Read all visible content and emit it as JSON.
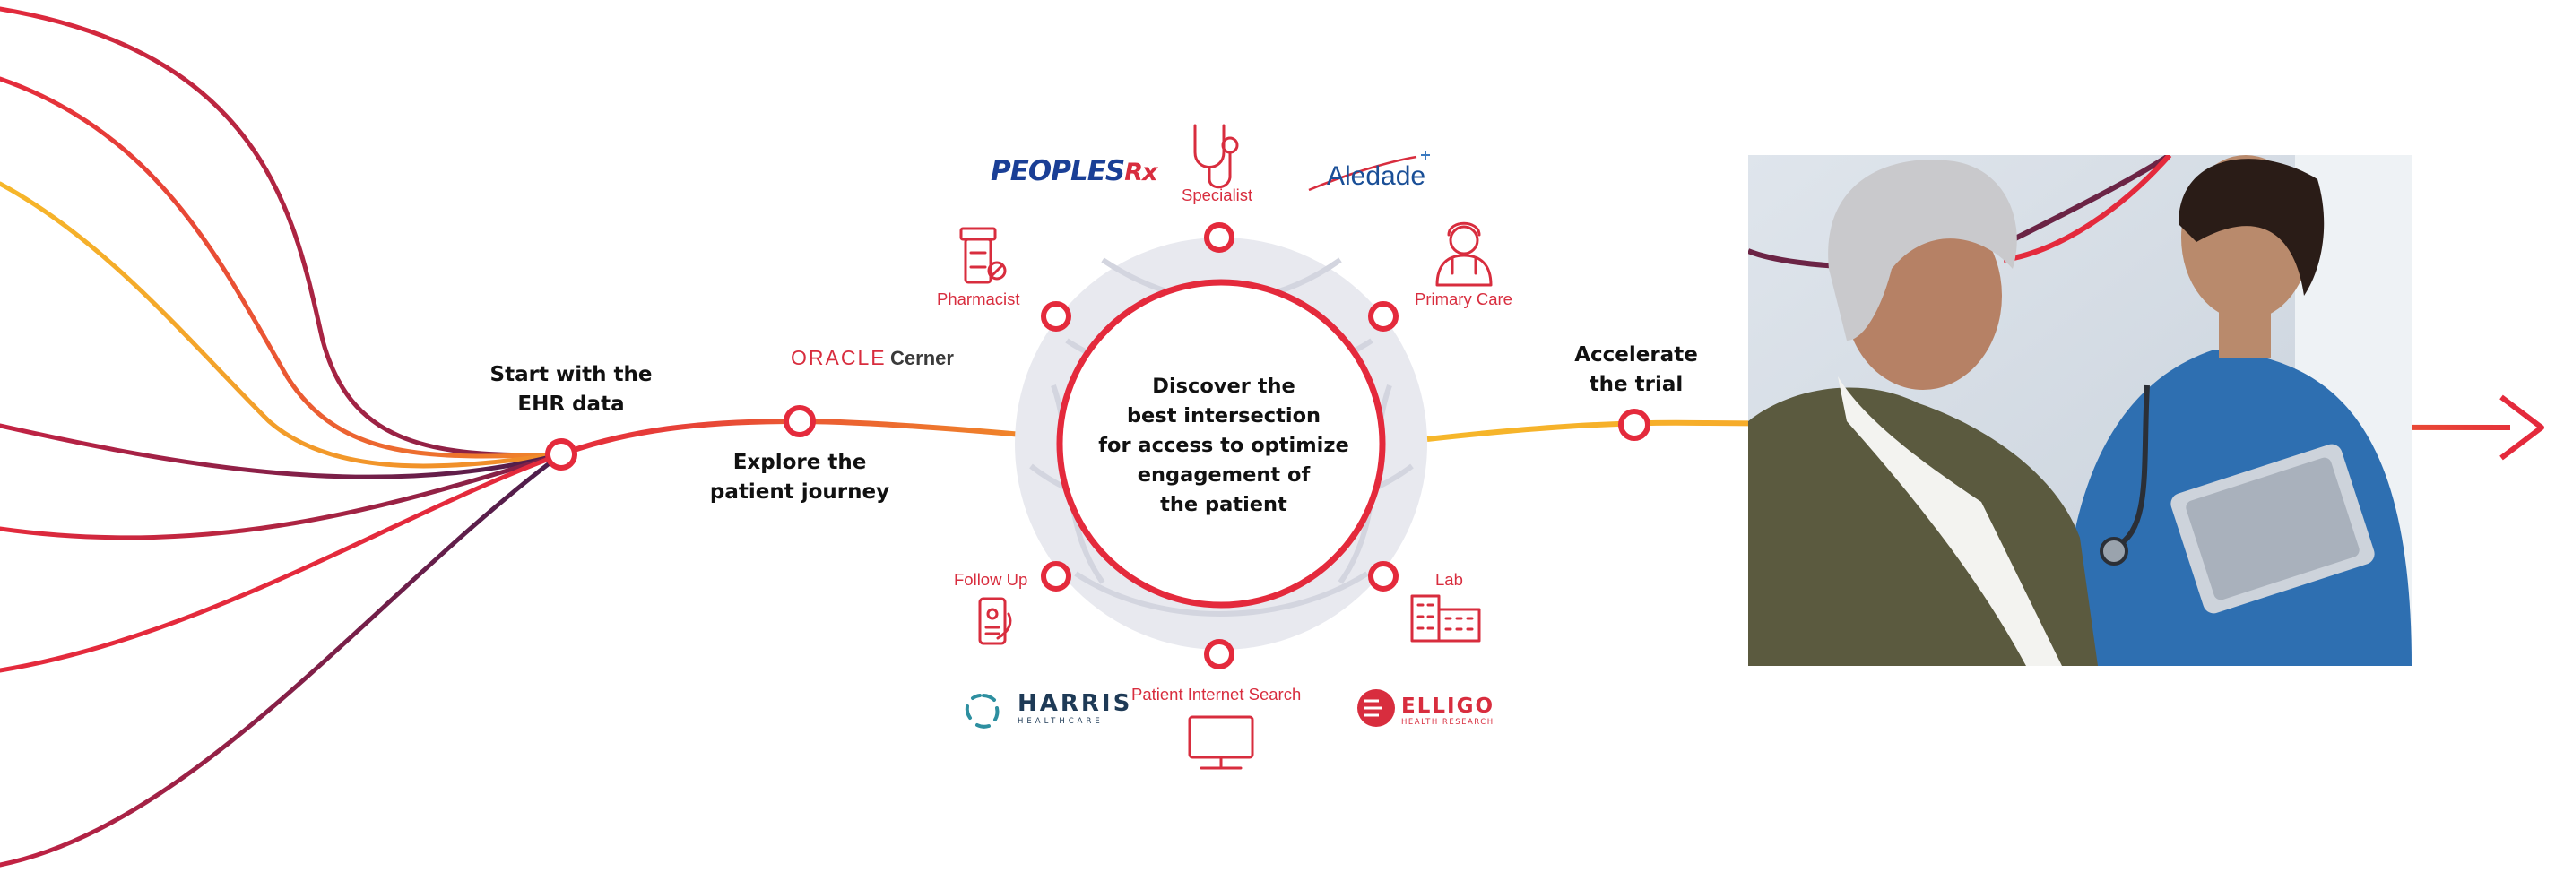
{
  "steps": [
    {
      "id": "start",
      "label": "Start with the\nEHR data"
    },
    {
      "id": "explore",
      "label": "Explore the\npatient journey"
    },
    {
      "id": "accelerate",
      "label": "Accelerate\nthe trial"
    }
  ],
  "hub": {
    "text": "Discover the\nbest intersection\nfor access to optimize\nengagement of\nthe patient"
  },
  "nodes": [
    {
      "id": "specialist",
      "label": "Specialist",
      "icon": "stethoscope-icon"
    },
    {
      "id": "primary-care",
      "label": "Primary Care",
      "icon": "doctor-icon"
    },
    {
      "id": "lab",
      "label": "Lab",
      "icon": "building-icon"
    },
    {
      "id": "patient-internet-search",
      "label": "Patient Internet Search",
      "icon": "monitor-icon"
    },
    {
      "id": "follow-up",
      "label": "Follow Up",
      "icon": "phone-icon"
    },
    {
      "id": "pharmacist",
      "label": "Pharmacist",
      "icon": "pill-bottle-icon"
    }
  ],
  "logos": {
    "peoples": {
      "main": "PEOPLES",
      "suffix": "Rx"
    },
    "aledade": {
      "text": "Aledade"
    },
    "oracle": {
      "brand": "ORACLE",
      "product": "Cerner"
    },
    "harris": {
      "name": "HARRIS",
      "sub": "HEALTHCARE"
    },
    "elligo": {
      "name": "ELLIGO",
      "sub": "HEALTH RESEARCH"
    }
  },
  "colors": {
    "red": "#e42a3c",
    "orange": "#f0862a",
    "yellow": "#f6b72a",
    "plum": "#4a1d4c",
    "hub_fill": "#e8e9ef",
    "text_red": "#d82d3e"
  }
}
